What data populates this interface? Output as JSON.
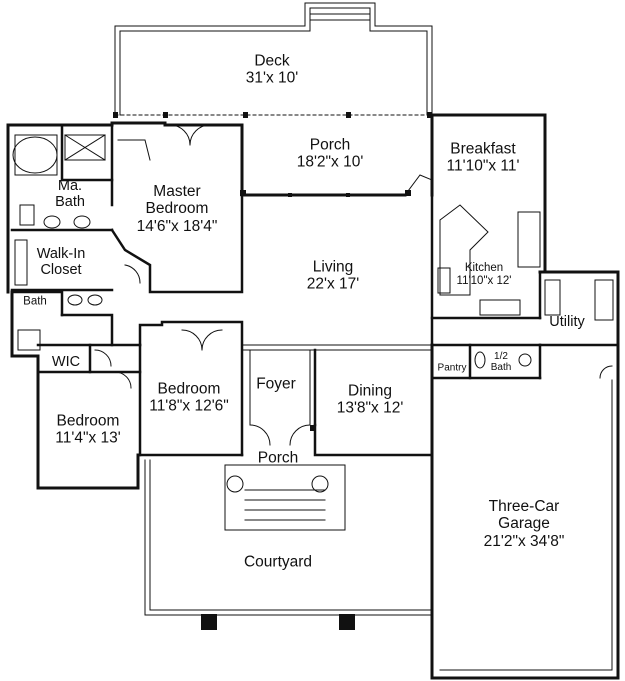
{
  "rooms": {
    "deck": {
      "name": "Deck",
      "dims": "31'x 10'"
    },
    "porch_rear": {
      "name": "Porch",
      "dims": "18'2\"x 10'"
    },
    "breakfast": {
      "name": "Breakfast",
      "dims": "11'10\"x 11'"
    },
    "ma_bath": {
      "name_line1": "Ma.",
      "name_line2": "Bath"
    },
    "master_bedroom": {
      "name_line1": "Master",
      "name_line2": "Bedroom",
      "dims": "14'6\"x 18'4\""
    },
    "walk_in_closet": {
      "name_line1": "Walk-In",
      "name_line2": "Closet"
    },
    "bath": {
      "name": "Bath"
    },
    "living": {
      "name": "Living",
      "dims": "22'x 17'"
    },
    "kitchen": {
      "name": "Kitchen",
      "dims": "11'10\"x 12'"
    },
    "utility": {
      "name": "Utility"
    },
    "wic": {
      "name": "WIC"
    },
    "pantry": {
      "name": "Pantry"
    },
    "half_bath": {
      "name_line1": "1/2",
      "name_line2": "Bath"
    },
    "bedroom_2": {
      "name": "Bedroom",
      "dims": "11'8\"x 12'6\""
    },
    "foyer": {
      "name": "Foyer"
    },
    "dining": {
      "name": "Dining",
      "dims": "13'8\"x 12'"
    },
    "bedroom_3": {
      "name": "Bedroom",
      "dims": "11'4\"x 13'"
    },
    "porch_front": {
      "name": "Porch"
    },
    "garage": {
      "name_line1": "Three-Car",
      "name_line2": "Garage",
      "dims": "21'2\"x 34'8\""
    },
    "courtyard": {
      "name": "Courtyard"
    }
  }
}
